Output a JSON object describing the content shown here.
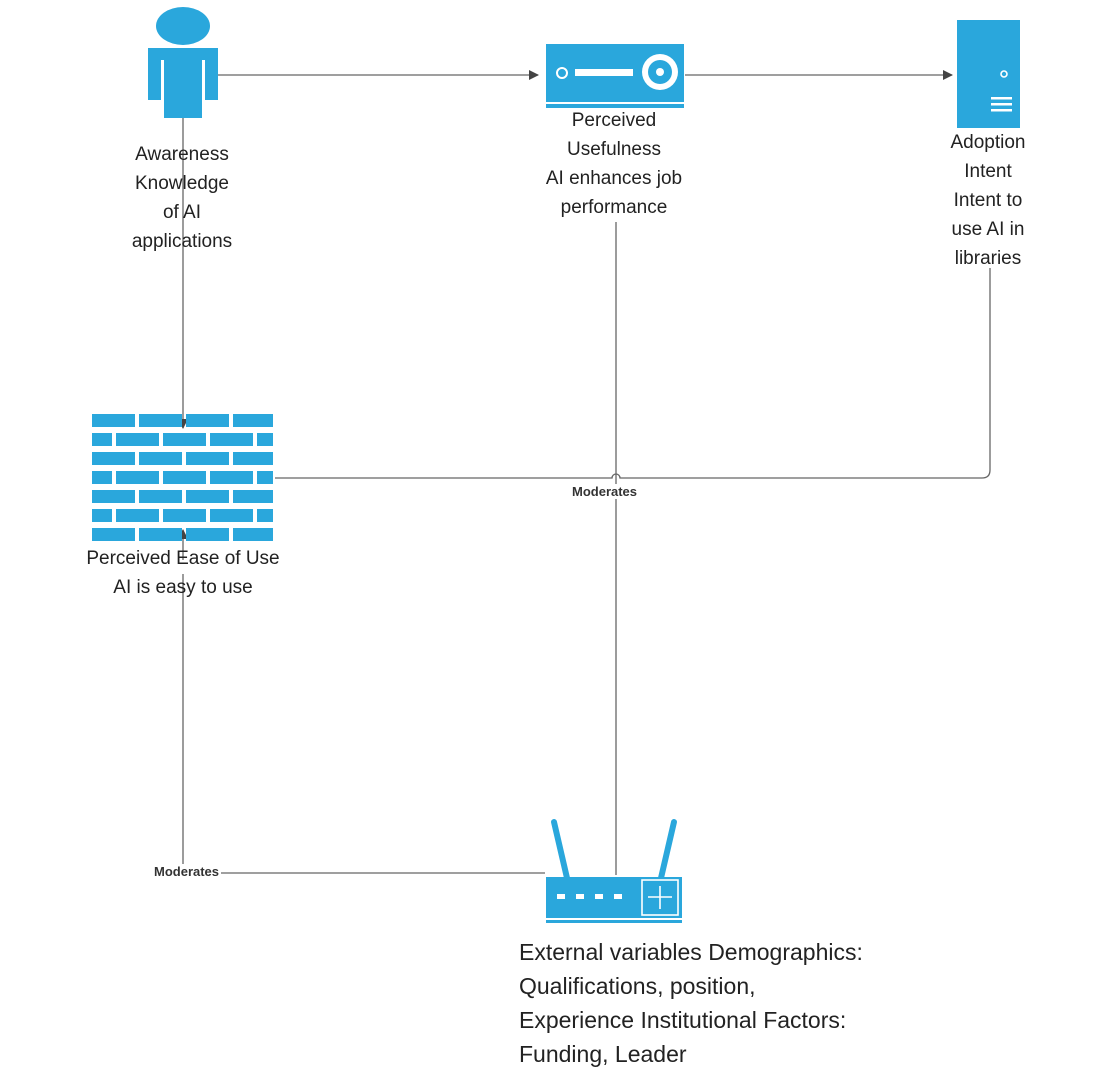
{
  "colors": {
    "icon": "#2aa7dc",
    "line": "#555555",
    "text": "#222222"
  },
  "nodes": {
    "awareness": {
      "icon": "person-icon",
      "lines": [
        "Awareness",
        "Knowledge",
        "of AI",
        "applications"
      ]
    },
    "usefulness": {
      "icon": "server-appliance-icon",
      "lines": [
        "Perceived",
        "Usefulness",
        "AI enhances job",
        "performance"
      ]
    },
    "adoption": {
      "icon": "tower-server-icon",
      "lines": [
        "Adoption",
        "Intent",
        "Intent to",
        "use AI in",
        "libraries"
      ]
    },
    "ease": {
      "icon": "firewall-brick-wall-icon",
      "lines": [
        "Perceived Ease of Use",
        "AI is easy to use"
      ]
    },
    "external": {
      "icon": "router-icon",
      "lines": [
        "External variables Demographics:",
        "Qualifications, position,",
        "Experience Institutional Factors:",
        "Funding, Leader"
      ]
    }
  },
  "edges": {
    "moderates_center": "Moderates",
    "moderates_left": "Moderates"
  }
}
